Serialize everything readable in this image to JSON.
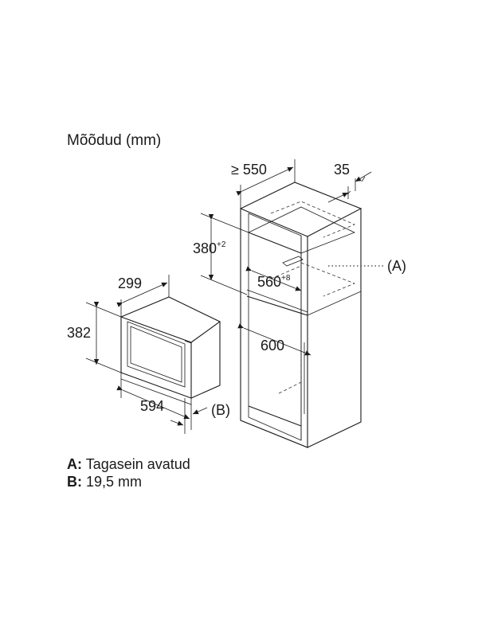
{
  "title": "Mõõdud (mm)",
  "dimensions": {
    "niche_depth": "≥ 550",
    "vent_gap": "35",
    "niche_height": "380",
    "niche_height_tol": "+2",
    "niche_width": "560",
    "niche_width_tol": "+8",
    "cabinet_width": "600",
    "device_depth": "299",
    "device_height": "382",
    "device_width": "594"
  },
  "markers": {
    "a": "(A)",
    "b": "(B)"
  },
  "legend": {
    "a_key": "A:",
    "a_text": "Tagasein avatud",
    "b_key": "B:",
    "b_text": "19,5 mm"
  }
}
